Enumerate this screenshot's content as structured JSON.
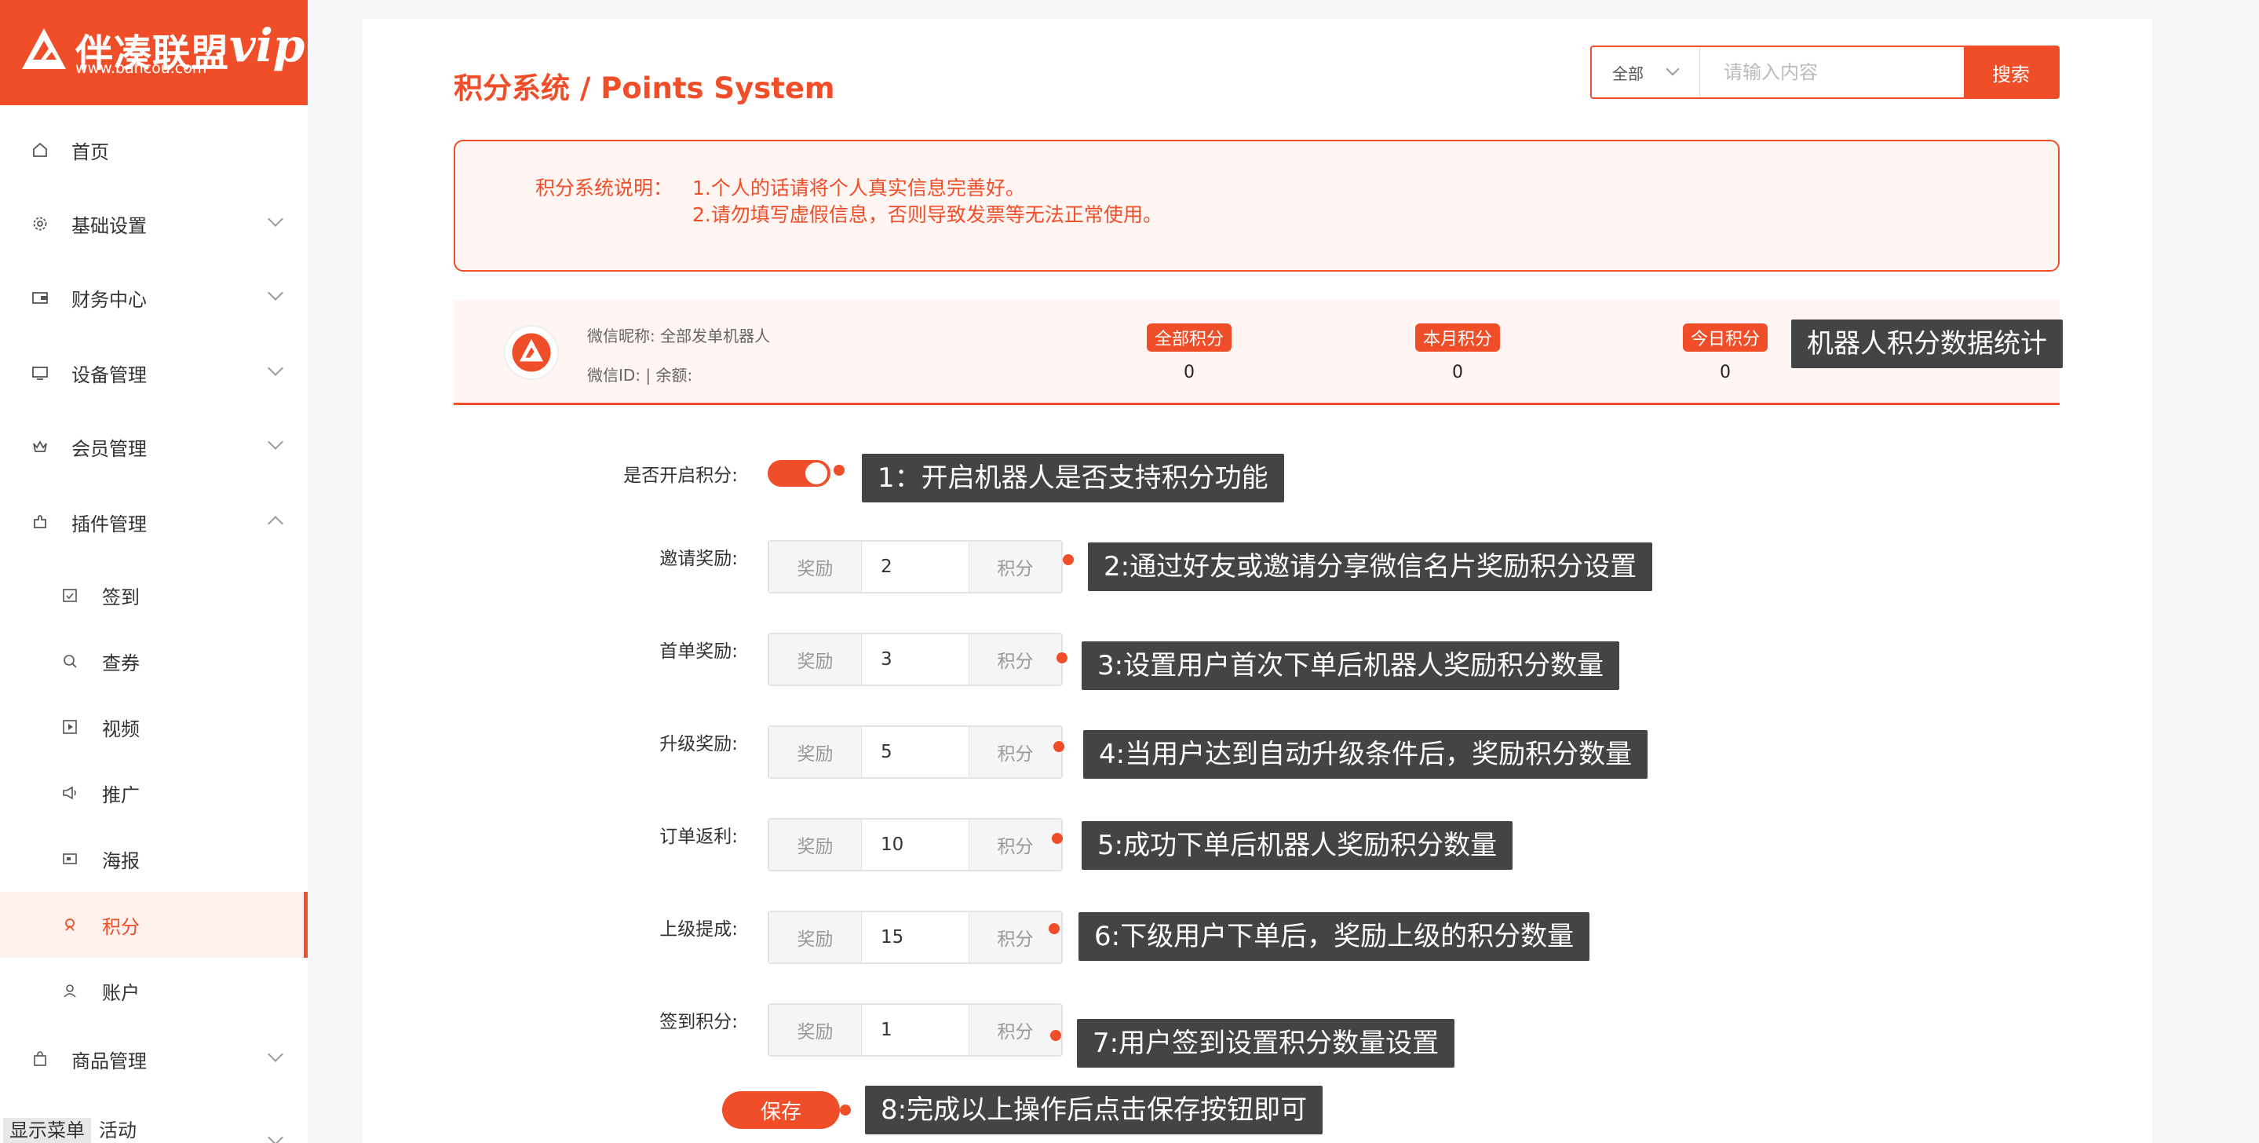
{
  "brand": {
    "name": "伴凑联盟",
    "url": "www.bancou.com",
    "badge": "vip"
  },
  "sidebar": {
    "items": [
      {
        "label": "首页",
        "icon": "home-icon"
      },
      {
        "label": "基础设置",
        "icon": "gear-icon"
      },
      {
        "label": "财务中心",
        "icon": "wallet-icon"
      },
      {
        "label": "设备管理",
        "icon": "monitor-icon"
      },
      {
        "label": "会员管理",
        "icon": "crown-icon"
      },
      {
        "label": "插件管理",
        "icon": "puzzle-icon"
      }
    ],
    "sub_items": [
      {
        "label": "签到",
        "icon": "calendar-check-icon"
      },
      {
        "label": "查券",
        "icon": "search-icon"
      },
      {
        "label": "视频",
        "icon": "play-icon"
      },
      {
        "label": "推广",
        "icon": "megaphone-icon"
      },
      {
        "label": "海报",
        "icon": "image-icon"
      },
      {
        "label": "积分",
        "icon": "points-icon"
      },
      {
        "label": "账户",
        "icon": "user-icon"
      }
    ],
    "bottom_items": [
      {
        "label": "商品管理",
        "icon": "bag-icon"
      }
    ],
    "partial_item": "活动",
    "footer_tip": "显示菜单"
  },
  "header": {
    "title": "积分系统 / Points System",
    "search": {
      "select_value": "全部",
      "placeholder": "请输入内容",
      "button": "搜索"
    }
  },
  "notice": {
    "label": "积分系统说明：",
    "line1": "1.个人的话请将个人真实信息完善好。",
    "line2": "2.请勿填写虚假信息，否则导致发票等无法正常使用。"
  },
  "bot": {
    "nickname": "微信昵称: 全部发单机器人",
    "meta": "微信ID:    |  余额:",
    "stats": [
      {
        "label": "全部积分",
        "value": "0"
      },
      {
        "label": "本月积分",
        "value": "0"
      },
      {
        "label": "今日积分",
        "value": "0"
      }
    ]
  },
  "form": {
    "toggle_label": "是否开启积分:",
    "toggle_on": true,
    "rows": [
      {
        "label": "邀请奖励:",
        "prefix": "奖励",
        "value": "2",
        "suffix": "积分"
      },
      {
        "label": "首单奖励:",
        "prefix": "奖励",
        "value": "3",
        "suffix": "积分"
      },
      {
        "label": "升级奖励:",
        "prefix": "奖励",
        "value": "5",
        "suffix": "积分"
      },
      {
        "label": "订单返利:",
        "prefix": "奖励",
        "value": "10",
        "suffix": "积分"
      },
      {
        "label": "上级提成:",
        "prefix": "奖励",
        "value": "15",
        "suffix": "积分"
      },
      {
        "label": "签到积分:",
        "prefix": "奖励",
        "value": "1",
        "suffix": "积分"
      }
    ],
    "save": "保存"
  },
  "annotations": [
    "机器人积分数据统计",
    "1：开启机器人是否支持积分功能",
    "2:通过好友或邀请分享微信名片奖励积分设置",
    "3:设置用户首次下单后机器人奖励积分数量",
    "4:当用户达到自动升级条件后，奖励积分数量",
    "5:成功下单后机器人奖励积分数量",
    "6:下级用户下单后，奖励上级的积分数量",
    "7:用户签到设置积分数量设置",
    "8:完成以上操作后点击保存按钮即可"
  ],
  "colors": {
    "accent": "#f04e28",
    "note_bg": "#444444"
  }
}
